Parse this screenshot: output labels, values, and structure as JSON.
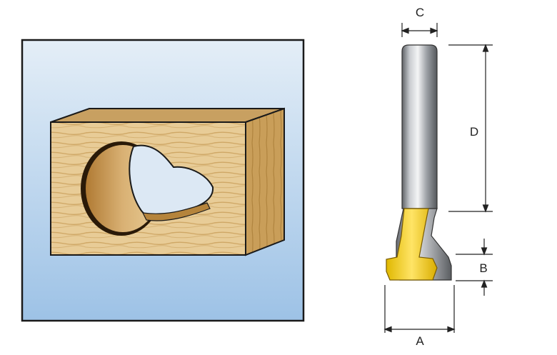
{
  "dimensions": {
    "a": "A",
    "b": "B",
    "c": "C",
    "d": "D"
  },
  "colors": {
    "panel_top": "#dce8f4",
    "panel_bottom": "#9fc3e6",
    "wood_face": "#e6c893",
    "wood_grain": "#c9a15e",
    "wood_side": "#c79b55",
    "cutter_yellow": "#f2d11e",
    "shank_steel": "#8d9196"
  }
}
